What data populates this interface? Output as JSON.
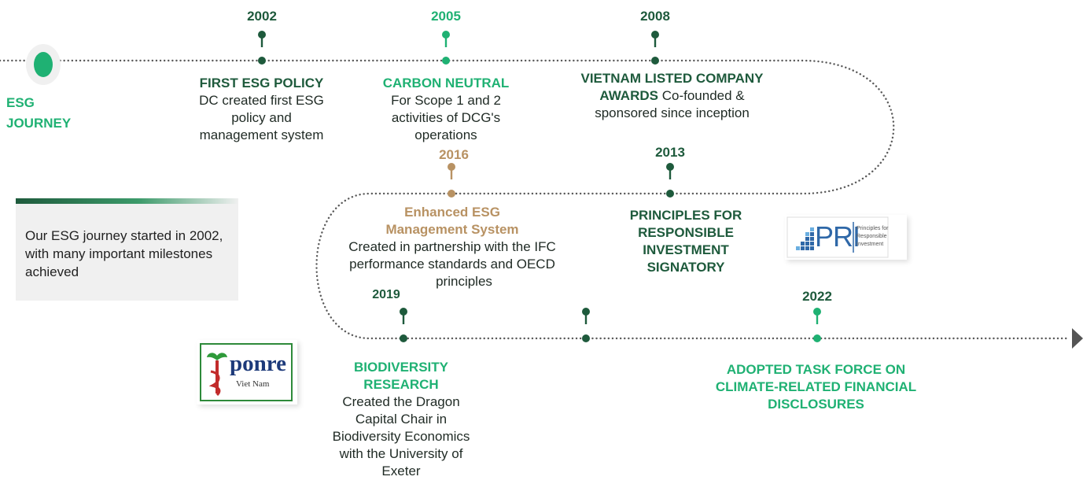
{
  "intro": {
    "journey_label_line1": "ESG",
    "journey_label_line2": "JOURNEY",
    "description": "Our ESG journey started in 2002, with many important milestones achieved"
  },
  "milestones": [
    {
      "year": "2002",
      "title": "FIRST ESG POLICY",
      "lines": [
        "DC created first ESG",
        "policy and",
        "management system"
      ]
    },
    {
      "year": "2005",
      "title": "CARBON NEUTRAL",
      "lines": [
        "For Scope 1 and 2",
        "activities of DCG's",
        "operations"
      ]
    },
    {
      "year": "2008",
      "title_line1": "VIETNAM LISTED COMPANY",
      "title_line2": "AWARDS",
      "inline_text": "Co-founded &",
      "lines": [
        "sponsored since inception"
      ]
    },
    {
      "year": "2013",
      "title_lines": [
        "PRINCIPLES FOR",
        "RESPONSIBLE",
        "INVESTMENT",
        "SIGNATORY"
      ]
    },
    {
      "year": "2016",
      "title_lines": [
        "Enhanced ESG",
        "Management System"
      ],
      "lines": [
        "Created in partnership with the IFC",
        "performance standards and OECD",
        "principles"
      ]
    },
    {
      "year": "2019",
      "title_lines": [
        "BIODIVERSITY",
        "RESEARCH"
      ],
      "lines": [
        "Created the Dragon",
        "Capital Chair in",
        "Biodiversity Economics",
        "with the University of",
        "Exeter"
      ]
    },
    {
      "year": "2022",
      "title_lines": [
        "ADOPTED TASK FORCE ON",
        "CLIMATE-RELATED FINANCIAL",
        "DISCLOSURES"
      ]
    }
  ],
  "logos": {
    "pri": {
      "text": "PRI",
      "small": [
        "Principles for",
        "Responsible",
        "Investment"
      ]
    },
    "iponre": {
      "text": "ponre",
      "sub": "Viet Nam"
    }
  },
  "colors": {
    "dark_green": "#1e5a3c",
    "bright_green": "#1fb173",
    "gold": "#b89263",
    "dotted_line": "#5a5a5a"
  }
}
